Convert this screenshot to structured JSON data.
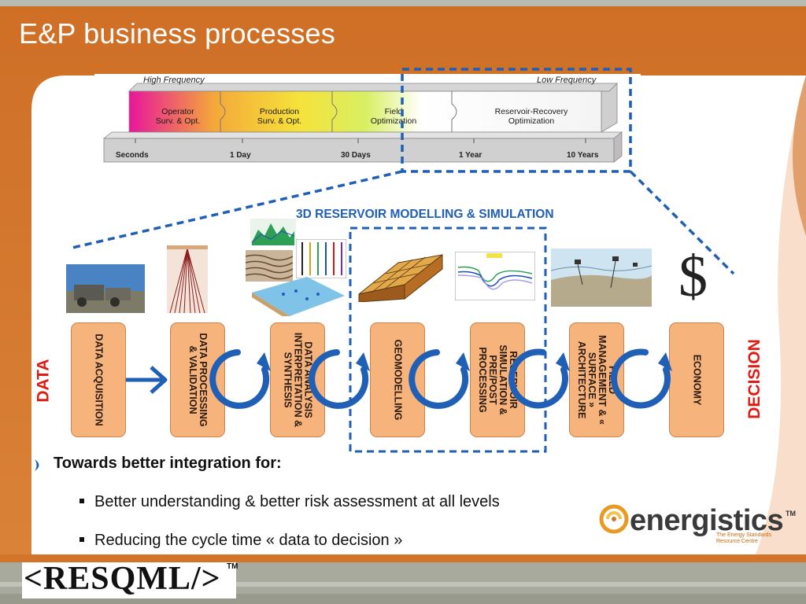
{
  "slide": {
    "title": "E&P business processes"
  },
  "timeline": {
    "high_label": "High Frequency",
    "low_label": "Low Frequency",
    "phases": [
      {
        "label": "Operator\nSurv. & Opt."
      },
      {
        "label": "Production\nSurv. & Opt."
      },
      {
        "label": "Field\nOptimization"
      },
      {
        "label": "Reservoir-Recovery\nOptimization"
      }
    ],
    "ticks": [
      "Seconds",
      "1 Day",
      "30 Days",
      "1 Year",
      "10 Years"
    ]
  },
  "reservoir_title": "3D RESERVOIR MODELLING & SIMULATION",
  "side_labels": {
    "left": "DATA",
    "right": "DECISION"
  },
  "currency_symbol": "$",
  "processes": [
    {
      "label": "DATA ACQUISITION"
    },
    {
      "label": "DATA PROCESSING & VALIDATION"
    },
    {
      "label": "DATA ANALYSIS INTERPRETATION & SYNTHESIS"
    },
    {
      "label": "GEOMODELLING"
    },
    {
      "label": "RESERVOIR SIMULATION & PRE/POST PROCESSING"
    },
    {
      "label": "FIELD MANAGEMENT & « SURFACE » ARCHITECTURE"
    },
    {
      "label": "ECONOMY"
    }
  ],
  "bullets": {
    "main": "Towards better integration for:",
    "items": [
      "Better understanding & better risk assessment at all levels",
      "Reducing the cycle time « data to decision »"
    ]
  },
  "logos": {
    "resqml": "<RESQML/>",
    "resqml_tm": "TM",
    "energistics": "energistics",
    "energistics_tm": "TM",
    "energistics_tagline": "The Energy Standards Resource Centre"
  },
  "colors": {
    "header_orange": "#d2752b",
    "accent_blue": "#1f5fb5",
    "process_fill": "#f6b37c",
    "label_red": "#e01b14",
    "footer_gray": "#a9aa9e"
  }
}
